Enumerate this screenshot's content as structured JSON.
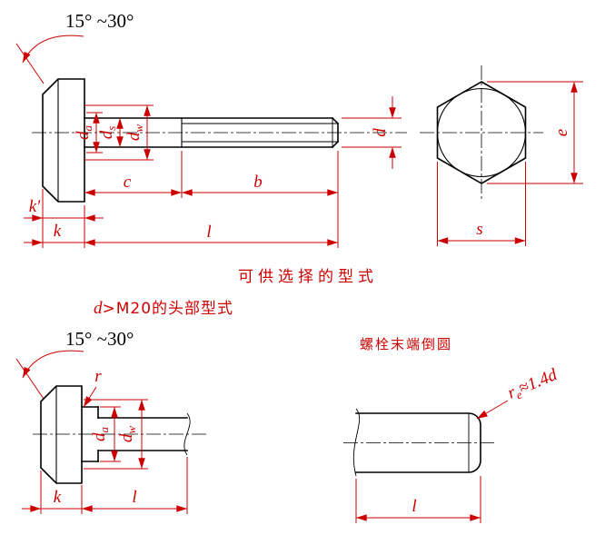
{
  "colors": {
    "outline": "#000000",
    "dimension": "#cc0000"
  },
  "side_view": {
    "angle_label": "15° ~30°",
    "dims": {
      "da": {
        "base": "d",
        "sub": "a"
      },
      "ds": {
        "base": "d",
        "sub": "s"
      },
      "dw": {
        "base": "d",
        "sub": "w"
      },
      "d": "d",
      "c": "c",
      "b": "b",
      "k_prime": "k′",
      "k": "k",
      "l": "l"
    }
  },
  "end_view": {
    "dims": {
      "e": "e",
      "s": "s"
    }
  },
  "captions": {
    "optional_type": "可供选择的型式",
    "head_type_prefix": "d",
    "head_type_suffix": ">M20的头部型式"
  },
  "alt_head_view": {
    "angle_label": "15° ~30°",
    "dims": {
      "r": "r",
      "da": {
        "base": "d",
        "sub": "a"
      },
      "dw": {
        "base": "d",
        "sub": "w"
      },
      "k": "k",
      "l": "l"
    }
  },
  "end_round_view": {
    "caption": "螺栓末端倒圆",
    "dims": {
      "re": {
        "base": "r",
        "sub": "e",
        "value": "≈1.4d"
      },
      "l": "l"
    }
  }
}
